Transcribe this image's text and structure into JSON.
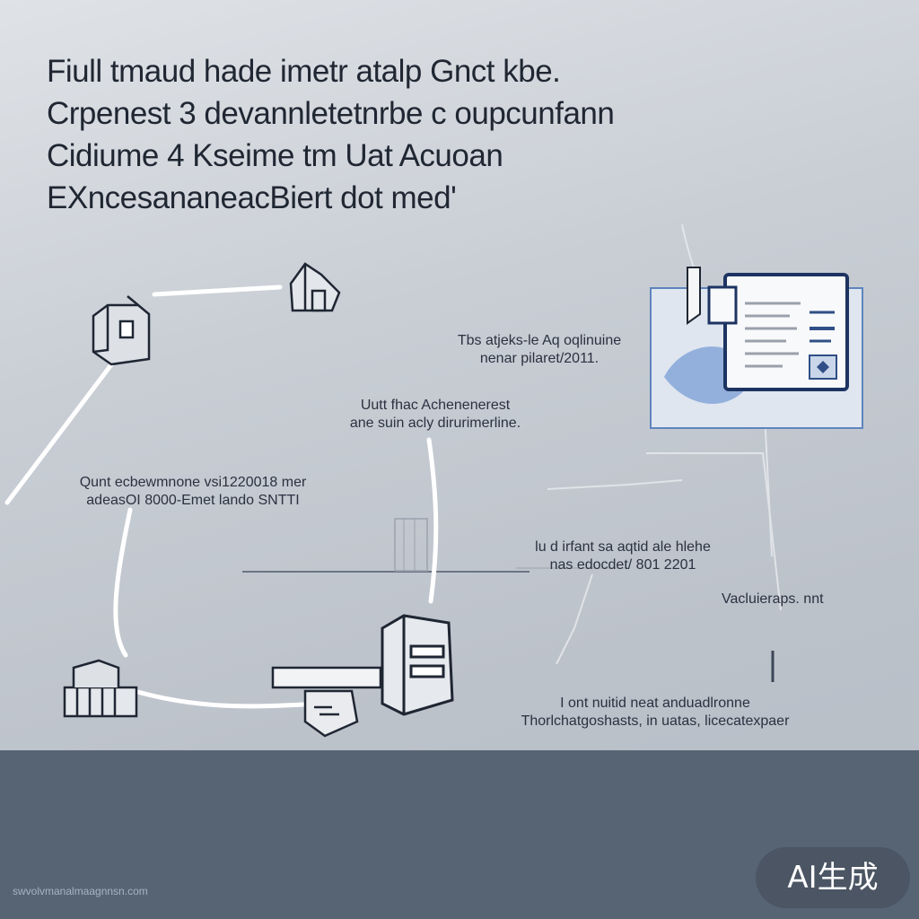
{
  "title": {
    "lines": [
      "Fiull tmaud hade imetr atalp Gnct kbe.",
      "Crpenest 3 devannletetnrbe c oupcunfann",
      "Cidiume 4 Kseime tm Uat Acuoan",
      "EXncesananeacBiert dot med'"
    ]
  },
  "labels": {
    "top_center": [
      "Tbs atjeks-le Aq oqlinuine",
      "nenar pilaret/2011."
    ],
    "middle": [
      "Uutt fhac Achenenerest",
      "ane suin acly dirurimerline."
    ],
    "left": [
      "Qunt ecbewmnone vsi1220018 mer",
      "adeasOI 8000-Emet lando SNTTI"
    ],
    "center_right": [
      "lu d irfant sa aqtid ale hlehe",
      "nas edocdet/ 801 2201"
    ],
    "right": "Vacluieraps. nnt",
    "bottom_right": [
      "I ont nuitid neat anduadlronne",
      "Thorlchatgoshasts, in uatas, licecatexpaer"
    ]
  },
  "footer": {
    "text": "swvolvmanalmaagnnsn.com",
    "badge": "AI生成"
  },
  "colors": {
    "background": "#c9ced5",
    "footer": "#566474",
    "badge": "#4b5563",
    "ink": "#1f2633",
    "accent_blue": "#2f4f86",
    "connector": "#ffffff"
  }
}
